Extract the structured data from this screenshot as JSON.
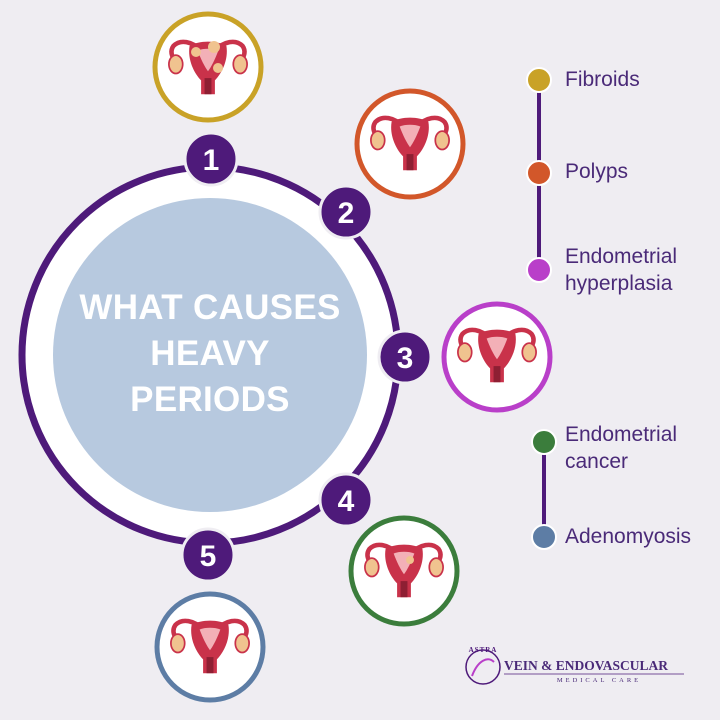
{
  "title": {
    "lines": [
      "WHAT CAUSES",
      "HEAVY",
      "PERIODS"
    ]
  },
  "steps": [
    {
      "number": "1",
      "cause": "Fibroids",
      "color": "#c9a227"
    },
    {
      "number": "2",
      "cause": "Polyps",
      "color": "#d2572a"
    },
    {
      "number": "3",
      "cause": "Endometrial hyperplasia",
      "color": "#b93fc9"
    },
    {
      "number": "4",
      "cause": "Endometrial cancer",
      "color": "#3b7d3c"
    },
    {
      "number": "5",
      "cause": "Adenomyosis",
      "color": "#5d7da5"
    }
  ],
  "legend": {
    "group_one": [
      {
        "label_lines": [
          "Fibroids"
        ],
        "color": "#c9a227"
      },
      {
        "label_lines": [
          "Polyps"
        ],
        "color": "#d2572a"
      },
      {
        "label_lines": [
          "Endometrial",
          "hyperplasia"
        ],
        "color": "#b93fc9"
      }
    ],
    "group_two": [
      {
        "label_lines": [
          "Endometrial",
          "cancer"
        ],
        "color": "#3b7d3c"
      },
      {
        "label_lines": [
          "Adenomyosis"
        ],
        "color": "#5d7da5"
      }
    ]
  },
  "brand": {
    "mark_letters": "ASTRA",
    "name": "VEIN & ENDOVASCULAR",
    "tagline": "MEDICAL CARE"
  },
  "colors": {
    "background": "#efedf2",
    "ring": "#4e1a7a",
    "badge": "#4e1a7a",
    "center_fill": "#b7c9df",
    "uterus": "#c9324a",
    "uterus_light": "#f3b0b7"
  },
  "icons": {
    "step_icon": "uterus-icon",
    "logo": "astra-logo-icon"
  }
}
